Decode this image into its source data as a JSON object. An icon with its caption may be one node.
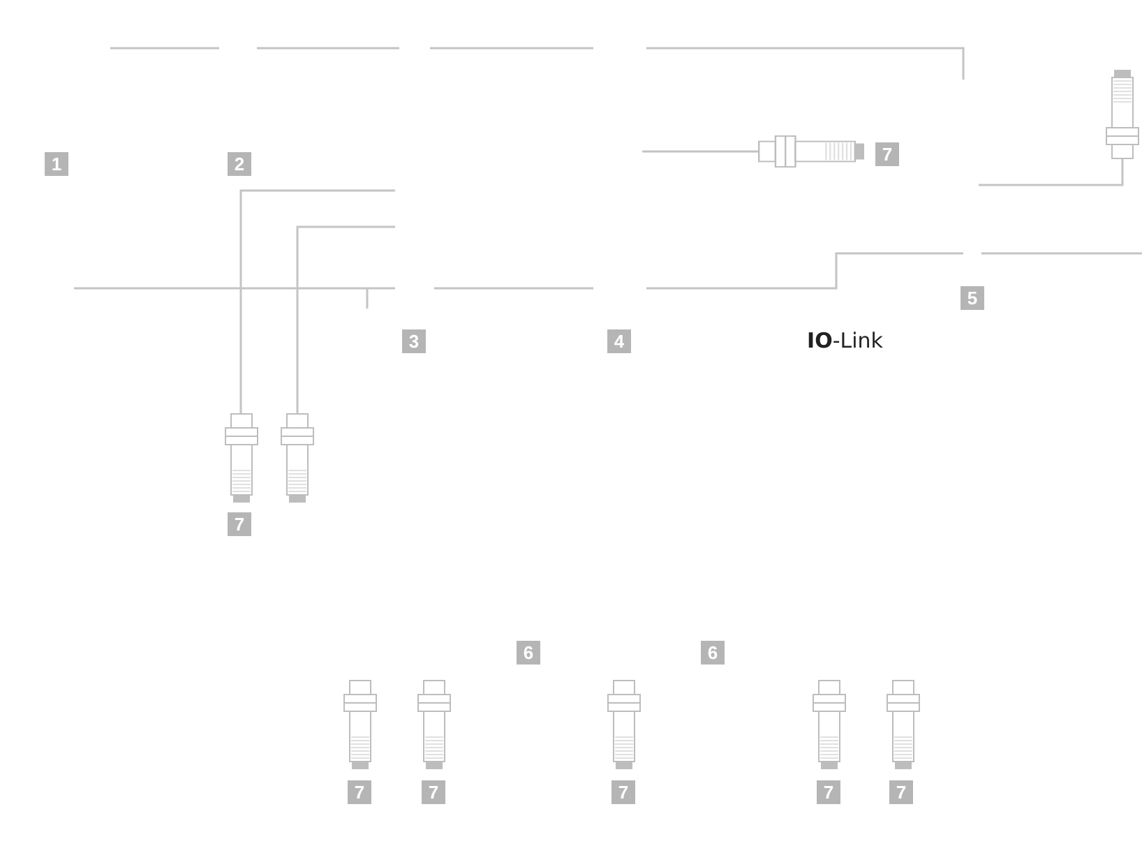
{
  "diagram": {
    "nodes": [
      {
        "text": [],
        "shape": "picture"
      },
      {
        "text": [],
        "shape": "picture"
      },
      {
        "text": [],
        "shape": "picture"
      },
      {
        "text": [],
        "shape": "picture"
      },
      {
        "text": [],
        "shape": "picture"
      },
      {
        "text": [],
        "shape": "picture"
      },
      {
        "text": [],
        "shape": "picture"
      },
      {
        "text": [],
        "shape": "picture"
      },
      {
        "text": [],
        "shape": "picture"
      }
    ],
    "edges": [
      {
        "from": null,
        "to": 0,
        "arrow": "none"
      },
      {
        "from": null,
        "to": 1,
        "arrow": "none"
      },
      {
        "from": null,
        "to": 2,
        "arrow": "none"
      },
      {
        "from": null,
        "to": 3,
        "arrow": "none"
      }
    ],
    "labels": [
      "1",
      "2",
      "7",
      "5",
      "3",
      "4",
      "**IO**-Link",
      "7",
      "6",
      "6",
      "7",
      "7",
      "7",
      "7",
      "7"
    ]
  }
}
